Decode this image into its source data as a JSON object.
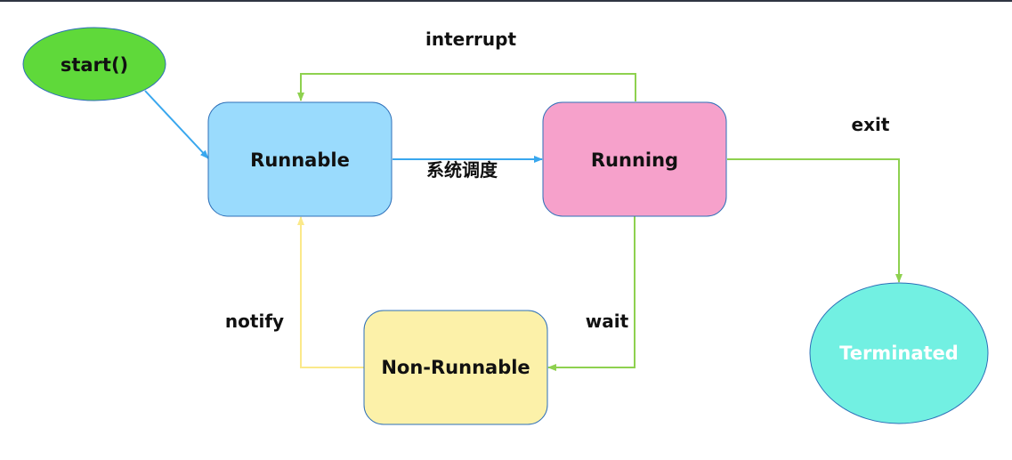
{
  "nodes": {
    "start": {
      "label": "start()",
      "color": "#5fd93a"
    },
    "runnable": {
      "label": "Runnable",
      "color": "#9adbfd"
    },
    "running": {
      "label": "Running",
      "color": "#f6a1cb"
    },
    "non_runnable": {
      "label": "Non-Runnable",
      "color": "#fcf1a9"
    },
    "terminated": {
      "label": "Terminated",
      "color": "#72f0e2"
    }
  },
  "edges": {
    "interrupt": "interrupt",
    "schedule": "系统调度",
    "exit": "exit",
    "wait": "wait",
    "notify": "notify"
  },
  "colors": {
    "edge_green": "#8ed14f",
    "edge_blue": "#39a7ee",
    "edge_yellow": "#fbe98a",
    "border_blue": "#2d6fb8"
  }
}
